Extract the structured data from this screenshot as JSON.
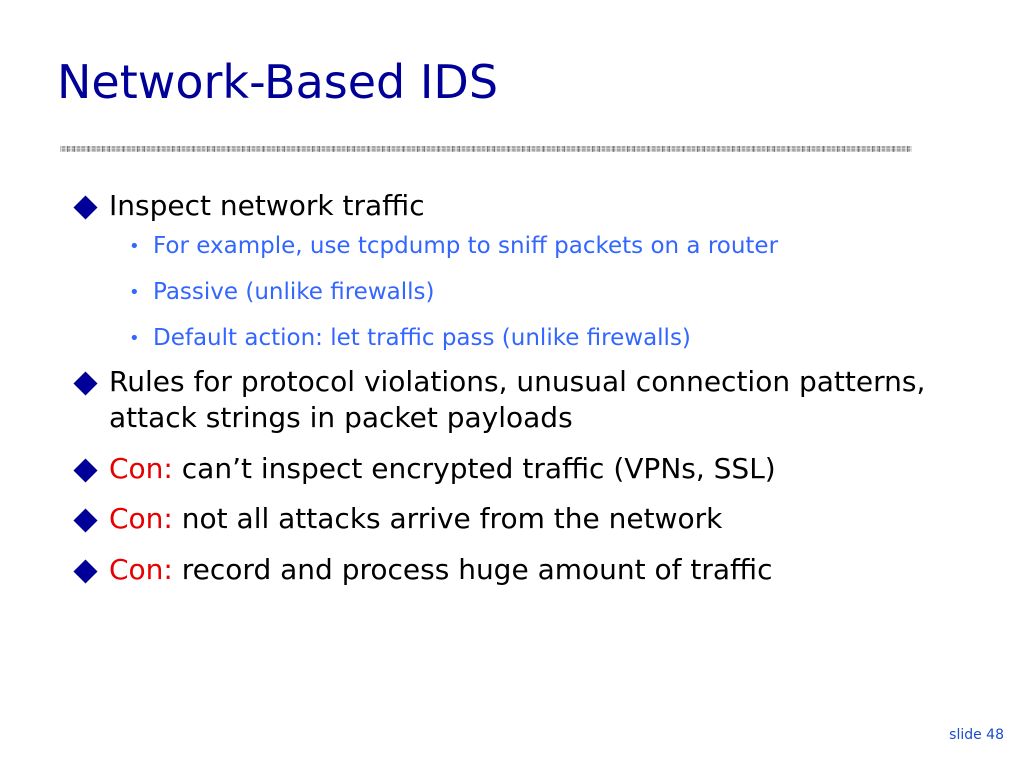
{
  "slide": {
    "title": "Network-Based IDS",
    "footer": "slide 48",
    "colors": {
      "title": "#000099",
      "bullet_marker": "#000099",
      "sub_bullet_text": "#3366ff",
      "con_label": "#e60000",
      "body_text": "#000000"
    },
    "bullets": [
      {
        "text": "Inspect network traffic",
        "marker_icon": "diamond-bullet-icon",
        "sub_bullets": [
          "For example, use tcpdump to sniff packets on a router",
          "Passive (unlike firewalls)",
          "Default action: let traffic pass (unlike firewalls)"
        ]
      },
      {
        "text": "Rules for protocol violations, unusual connection patterns, attack strings in packet payloads",
        "marker_icon": "diamond-bullet-icon"
      },
      {
        "label": "Con:",
        "text": " can’t inspect encrypted traffic (VPNs, SSL)",
        "marker_icon": "diamond-bullet-icon"
      },
      {
        "label": "Con:",
        "text": " not all attacks arrive from the network",
        "marker_icon": "diamond-bullet-icon"
      },
      {
        "label": "Con:",
        "text": " record and process huge amount of traffic",
        "marker_icon": "diamond-bullet-icon"
      }
    ]
  }
}
